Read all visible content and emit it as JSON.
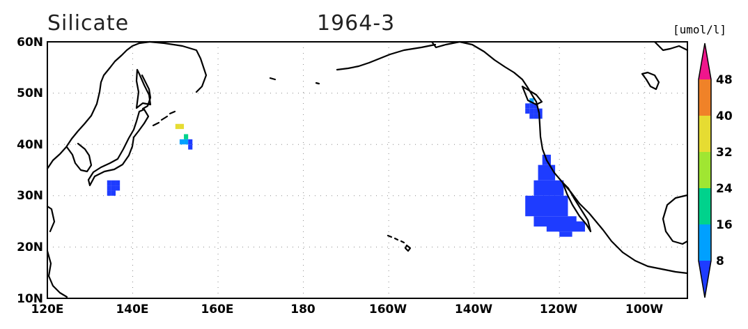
{
  "title_left": "Silicate",
  "title_right": "1964-3",
  "units_label": "[umol/l]",
  "lat_labels": [
    "60N",
    "50N",
    "40N",
    "30N",
    "20N",
    "10N"
  ],
  "lon_labels": [
    "120E",
    "140E",
    "160E",
    "180",
    "160W",
    "140W",
    "120W",
    "100W"
  ],
  "colorbar": {
    "labels": [
      "8",
      "16",
      "24",
      "32",
      "40",
      "48"
    ],
    "colors": [
      "#1e3cff",
      "#00a0ff",
      "#00d28c",
      "#a0e632",
      "#e6dc32",
      "#f08228",
      "#f0168c"
    ]
  },
  "data_cells": [
    {
      "lon": 134.5,
      "lat": 31.5,
      "value": 6
    },
    {
      "lon": 135.5,
      "lat": 31.5,
      "value": 6
    },
    {
      "lon": 136.5,
      "lat": 31.5,
      "value": 6
    },
    {
      "lon": 134.5,
      "lat": 32.5,
      "value": 6
    },
    {
      "lon": 135.5,
      "lat": 32.5,
      "value": 6
    },
    {
      "lon": 136.5,
      "lat": 32.5,
      "value": 6
    },
    {
      "lon": 134.5,
      "lat": 30.5,
      "value": 6
    },
    {
      "lon": 135.5,
      "lat": 30.5,
      "value": 6
    },
    {
      "lon": 150.5,
      "lat": 43.5,
      "value": 36
    },
    {
      "lon": 151.5,
      "lat": 43.5,
      "value": 36
    },
    {
      "lon": 152.5,
      "lat": 41.5,
      "value": 20
    },
    {
      "lon": 151.5,
      "lat": 40.5,
      "value": 12
    },
    {
      "lon": 152.5,
      "lat": 40.5,
      "value": 12
    },
    {
      "lon": 153.5,
      "lat": 40.5,
      "value": 6
    },
    {
      "lon": 153.5,
      "lat": 39.5,
      "value": 6
    },
    {
      "lon": 233.5,
      "lat": 48.5,
      "value": 12
    },
    {
      "lon": 232.5,
      "lat": 47.5,
      "value": 6
    },
    {
      "lon": 233.5,
      "lat": 47.5,
      "value": 6
    },
    {
      "lon": 234.5,
      "lat": 47.5,
      "value": 6
    },
    {
      "lon": 232.5,
      "lat": 46.5,
      "value": 6
    },
    {
      "lon": 233.5,
      "lat": 46.5,
      "value": 6
    },
    {
      "lon": 234.5,
      "lat": 46.5,
      "value": 6
    },
    {
      "lon": 235.5,
      "lat": 46.5,
      "value": 6
    },
    {
      "lon": 233.5,
      "lat": 45.5,
      "value": 6
    },
    {
      "lon": 234.5,
      "lat": 45.5,
      "value": 6
    },
    {
      "lon": 235.5,
      "lat": 45.5,
      "value": 6
    }
  ],
  "data_blocks": [
    {
      "lon0": 236,
      "lon1": 238,
      "lat0": 36,
      "lat1": 38,
      "value": 6
    },
    {
      "lon0": 235,
      "lon1": 239,
      "lat0": 33,
      "lat1": 36,
      "value": 6
    },
    {
      "lon0": 234,
      "lon1": 241,
      "lat0": 30,
      "lat1": 33,
      "value": 6
    },
    {
      "lon0": 232,
      "lon1": 242,
      "lat0": 26,
      "lat1": 30,
      "value": 6
    },
    {
      "lon0": 234,
      "lon1": 244,
      "lat0": 24,
      "lat1": 26,
      "value": 6
    },
    {
      "lon0": 237,
      "lon1": 246,
      "lat0": 23,
      "lat1": 25,
      "value": 6
    },
    {
      "lon0": 240,
      "lon1": 243,
      "lat0": 22,
      "lat1": 23,
      "value": 6
    }
  ]
}
